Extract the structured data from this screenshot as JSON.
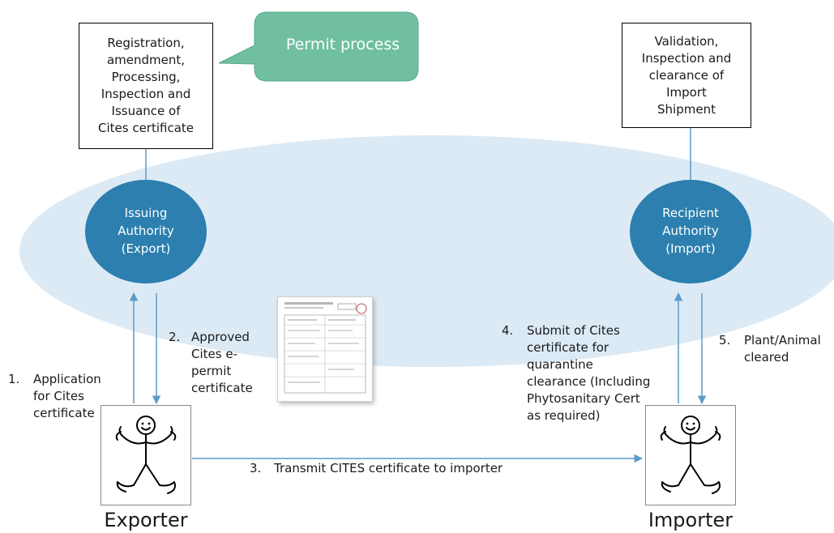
{
  "colors": {
    "ellipse_fill": "#dceaf5",
    "oval_fill": "#2c7fae",
    "callout_fill": "#6fbfa0",
    "arrow": "#5b9bc8"
  },
  "callout": {
    "label": "Permit process"
  },
  "boxes": {
    "issuing_tasks": [
      "Registration,",
      "amendment,",
      "Processing,",
      "Inspection and",
      "Issuance of",
      "Cites certificate"
    ],
    "recipient_tasks": [
      "Validation,",
      "Inspection and",
      "clearance of",
      "Import",
      "Shipment"
    ]
  },
  "authorities": {
    "issuing": [
      "Issuing",
      "Authority",
      "(Export)"
    ],
    "recipient": [
      "Recipient",
      "Authority",
      "(Import)"
    ]
  },
  "steps": [
    {
      "num": "1.",
      "lines": [
        "Application",
        "for Cites",
        "certificate"
      ]
    },
    {
      "num": "2.",
      "lines": [
        "Approved",
        "Cites e-",
        "permit",
        "certificate"
      ]
    },
    {
      "num": "3.",
      "lines": [
        "Transmit CITES certificate to importer"
      ]
    },
    {
      "num": "4.",
      "lines": [
        "Submit of Cites",
        "certificate for",
        "quarantine",
        "clearance (Including",
        "Phytosanitary Cert",
        "as required)"
      ]
    },
    {
      "num": "5.",
      "lines": [
        "Plant/Animal",
        "cleared"
      ]
    }
  ],
  "actors": {
    "exporter": "Exporter",
    "importer": "Importer"
  },
  "icons": [
    "stick-figure-icon",
    "certificate-document-icon",
    "arrow-icon"
  ]
}
